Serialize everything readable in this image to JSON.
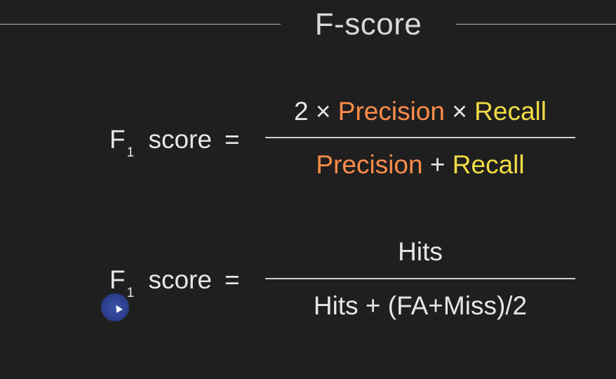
{
  "header": {
    "title": "F-score"
  },
  "formula_1": {
    "lhs_f": "F",
    "lhs_sub": "1",
    "lhs_score": " score",
    "lhs_eq": "=",
    "numerator": {
      "two": "2",
      "times1": " × ",
      "precision": "Precision",
      "times2": " × ",
      "recall": "Recall"
    },
    "denominator": {
      "precision": "Precision",
      "plus": " + ",
      "recall": "Recall"
    }
  },
  "formula_2": {
    "lhs_f": "F",
    "lhs_sub": "1",
    "lhs_score": " score",
    "lhs_eq": "=",
    "numerator": "Hits",
    "denominator": "Hits + (FA+Miss)/2"
  },
  "colors": {
    "background": "#1f1f1f",
    "precision": "#ff8c4a",
    "recall": "#f0dc46",
    "text": "#e6e6e6",
    "cursor": "#3a4fa8"
  },
  "icons": {
    "cursor": "mouse-pointer-icon"
  }
}
